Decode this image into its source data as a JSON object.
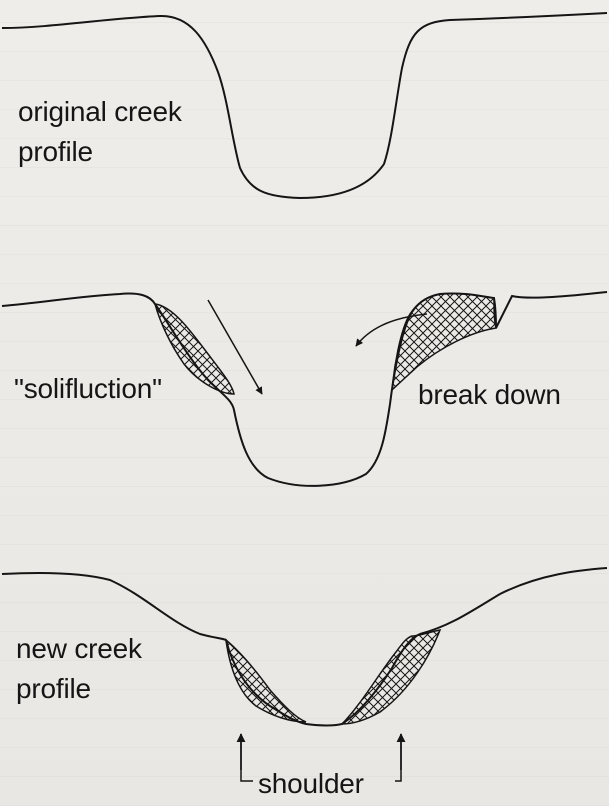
{
  "labels": {
    "original_profile": [
      "original creek",
      "profile"
    ],
    "solifluction": "\"solifluction\"",
    "break_down": "break down",
    "new_profile": [
      "new creek",
      "profile"
    ],
    "shoulder": "shoulder"
  },
  "colors": {
    "ink": "#151515",
    "paper": "#eceae6"
  },
  "icons": {
    "hatch": "crosshatch-fill",
    "arrow": "arrow-head"
  }
}
